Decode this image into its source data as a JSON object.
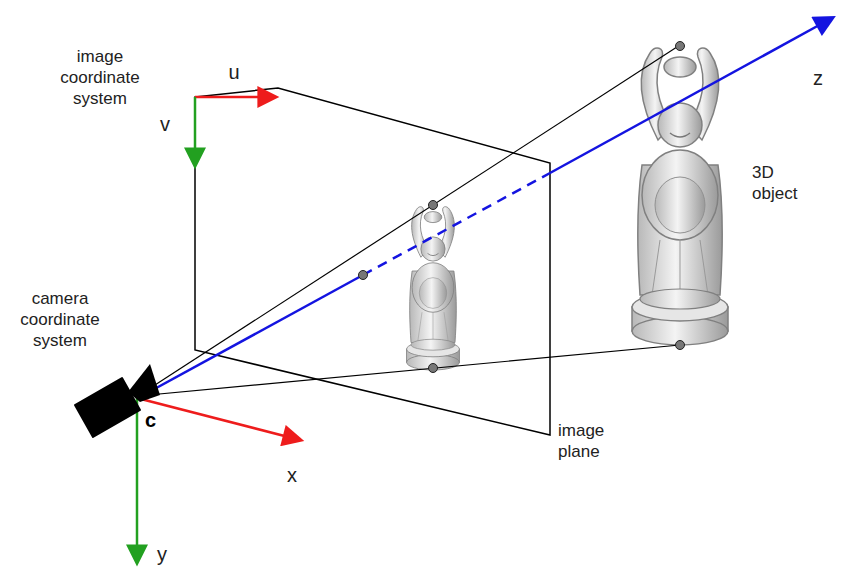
{
  "diagram": {
    "labels": [
      "image coordinate system",
      "u",
      "v",
      "z",
      "3D object",
      "camera coordinate system",
      "c",
      "x",
      "y",
      "image plane"
    ]
  }
}
